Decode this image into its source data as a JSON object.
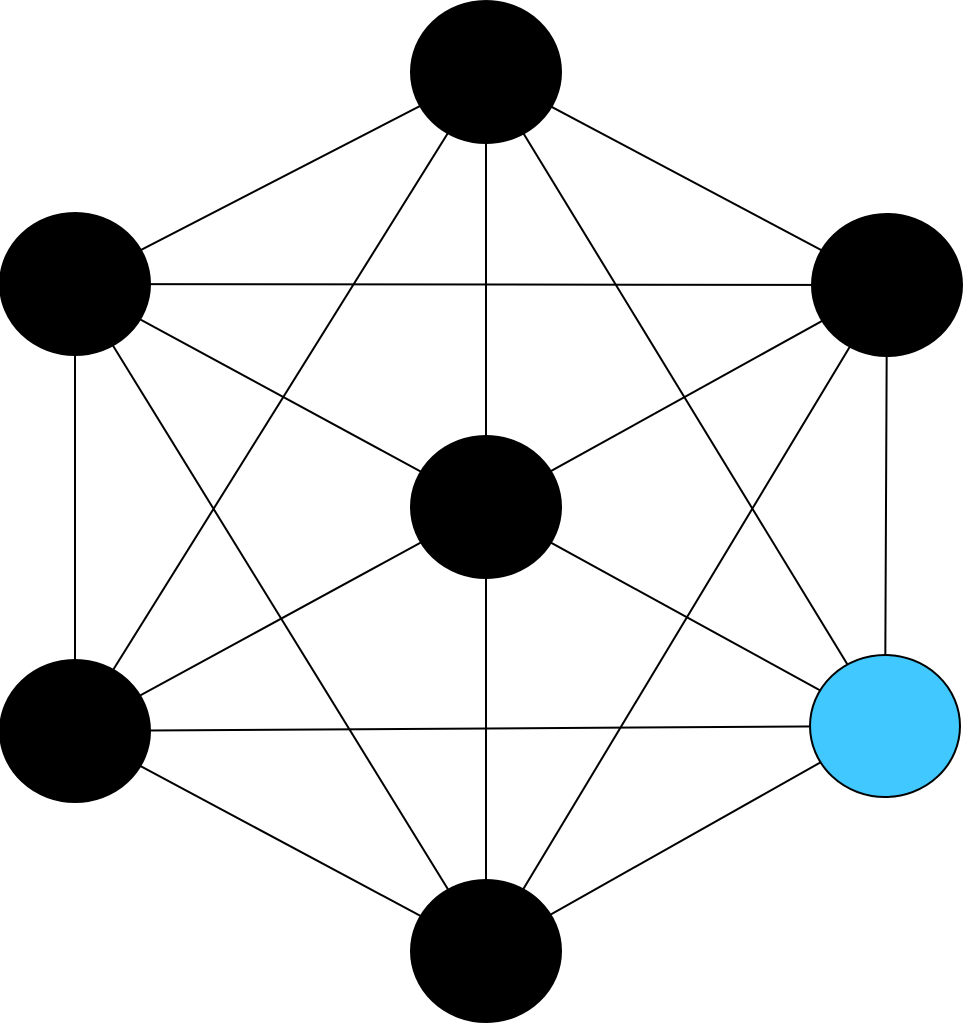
{
  "diagram": {
    "nodes": [
      {
        "id": "top",
        "color": "#000000"
      },
      {
        "id": "upper-left",
        "color": "#000000"
      },
      {
        "id": "upper-right",
        "color": "#000000"
      },
      {
        "id": "center",
        "color": "#000000"
      },
      {
        "id": "lower-left",
        "color": "#000000"
      },
      {
        "id": "lower-right",
        "color": "#40c8ff"
      },
      {
        "id": "bottom",
        "color": "#000000"
      }
    ],
    "edges": [
      [
        "top",
        "upper-left"
      ],
      [
        "top",
        "upper-right"
      ],
      [
        "top",
        "center"
      ],
      [
        "top",
        "lower-left"
      ],
      [
        "top",
        "lower-right"
      ],
      [
        "upper-left",
        "upper-right"
      ],
      [
        "upper-left",
        "center"
      ],
      [
        "upper-left",
        "lower-left"
      ],
      [
        "upper-left",
        "bottom"
      ],
      [
        "upper-right",
        "center"
      ],
      [
        "upper-right",
        "lower-right"
      ],
      [
        "upper-right",
        "bottom"
      ],
      [
        "center",
        "lower-left"
      ],
      [
        "center",
        "lower-right"
      ],
      [
        "center",
        "bottom"
      ],
      [
        "lower-left",
        "lower-right"
      ],
      [
        "lower-left",
        "bottom"
      ],
      [
        "lower-right",
        "bottom"
      ]
    ]
  }
}
